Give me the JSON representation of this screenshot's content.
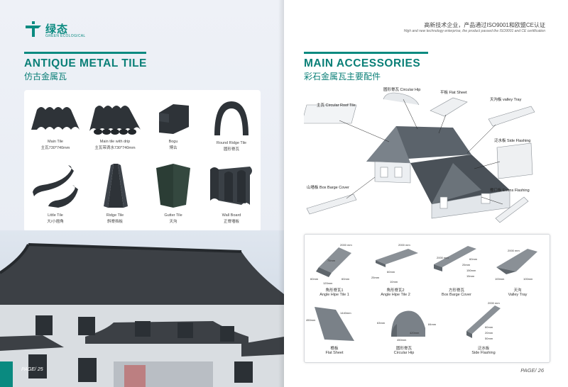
{
  "left_page": {
    "logo": {
      "text": "绿态",
      "sub": "GREEN ECOLOGICAL"
    },
    "title_en": "ANTIQUE METAL TILE",
    "title_cn": "仿古金属瓦",
    "products": [
      {
        "en": "Main Tile",
        "cn": "主瓦730*740mm"
      },
      {
        "en": "Main tile with drip",
        "cn": "主瓦带滴水730*740mm"
      },
      {
        "en": "Bogu",
        "cn": "博古"
      },
      {
        "en": "Round Ridge Tile",
        "cn": "圆形脊瓦"
      },
      {
        "en": "Little Tile",
        "cn": "大/小翘角"
      },
      {
        "en": "Ridge Tile",
        "cn": "斜脊挡板"
      },
      {
        "en": "Gutter Tile",
        "cn": "天沟"
      },
      {
        "en": "Wall Board",
        "cn": "正脊墙板"
      }
    ],
    "page_number": "PAGE/ 25"
  },
  "right_page": {
    "header_cn": "高新技术企业，产品通过ISO9001和欧盟CE认证",
    "header_en": "High and new technology enterprise, the product passed the ISO9001 and CE certification",
    "title_en": "MAIN ACCESSORIES",
    "title_cn": "彩石金属瓦主要配件",
    "diagram_labels": {
      "circular_hip": "圆形脊瓦 Circular Hip",
      "flat_sheet": "平板 Flat Sheet",
      "valley_tray": "天沟板 valley Tray",
      "circular_roof_tile": "主瓦 Circular Roof Tile",
      "side_flashing": "泛水板 Side Flashing",
      "box_barge_cover": "山墙板 Box Barge Cover",
      "eaves_flashing": "檐口板 Evens Flashing"
    },
    "accessories": [
      {
        "cn": "角形脊瓦1",
        "en": "Angle Hipe Tile 1",
        "dims": [
          "2000 mm",
          "75mm",
          "60mm",
          "120mm",
          "60mm"
        ]
      },
      {
        "cn": "角形脊瓦2",
        "en": "Angle Hipe Tile 2",
        "dims": [
          "2000 mm",
          "60mm",
          "25mm",
          "10mm"
        ]
      },
      {
        "cn": "方形脊瓦",
        "en": "Box Barge Cover",
        "dims": [
          "2000 mm",
          "60mm",
          "25mm",
          "150mm",
          "15mm"
        ]
      },
      {
        "cn": "天沟",
        "en": "Valley Tray",
        "dims": [
          "2000 mm",
          "100mm",
          "100mm"
        ]
      },
      {
        "cn": "檐板",
        "en": "Flat Sheet",
        "dims": [
          "450mm",
          "1440mm"
        ]
      },
      {
        "cn": "圆形脊瓦",
        "en": "Circular Hip",
        "dims": [
          "63mm",
          "450mm",
          "84mm",
          "420mm"
        ]
      },
      {
        "cn": "泛水板",
        "en": "Side Flashing",
        "dims": [
          "2000 mm",
          "60mm",
          "20mm",
          "50mm"
        ]
      }
    ],
    "page_number": "PAGE/ 26"
  },
  "colors": {
    "brand": "#0a8a80",
    "tile": "#2e3338"
  }
}
